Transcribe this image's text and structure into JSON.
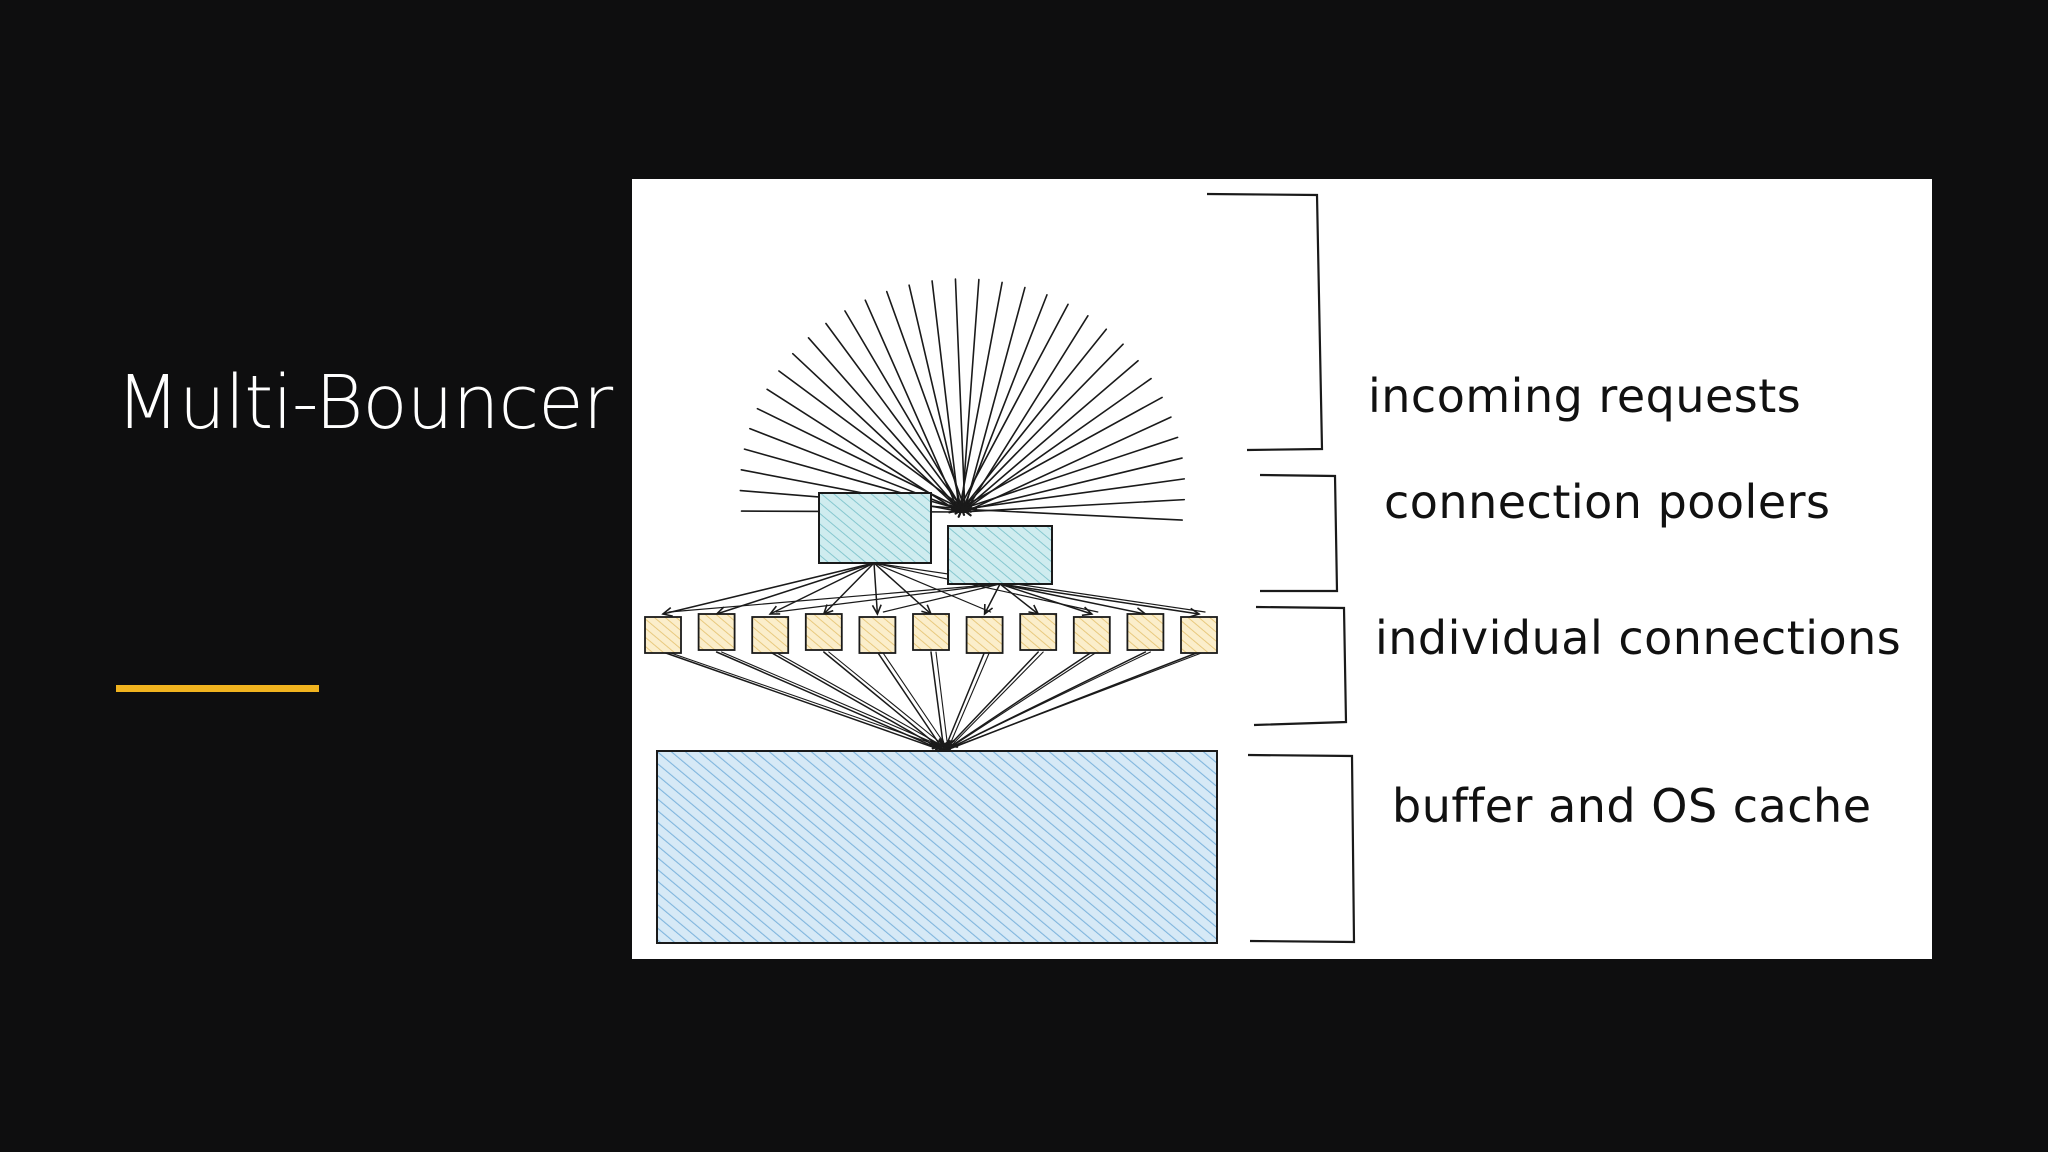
{
  "slide": {
    "title": "Multi-Bouncer",
    "accent_color": "#f0b31f",
    "background_color": "#0e0e0f"
  },
  "diagram": {
    "layers": [
      {
        "key": "incoming",
        "label": "incoming requests"
      },
      {
        "key": "poolers",
        "label": "connection poolers"
      },
      {
        "key": "individual",
        "label": "individual connections"
      },
      {
        "key": "buffer",
        "label": "buffer and OS cache"
      }
    ],
    "pooler_count": 2,
    "connection_count": 11,
    "colors": {
      "pooler_fill": "#a8d8de",
      "connection_fill": "#f5dfa8",
      "buffer_fill": "#a9cde8",
      "stroke": "#1a1a1a"
    },
    "icons": {
      "request_lines": "request-fan",
      "bracket": "curly-bracket"
    }
  }
}
